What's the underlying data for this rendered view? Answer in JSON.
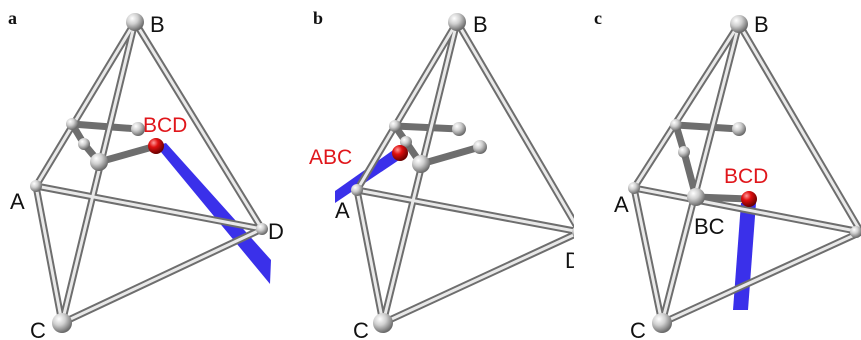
{
  "panels": [
    {
      "letter": "a",
      "vertex_labels": {
        "A": "A",
        "B": "B",
        "C": "C",
        "D": "D"
      },
      "point_label": "BCD"
    },
    {
      "letter": "b",
      "vertex_labels": {
        "A": "A",
        "B": "B",
        "C": "C",
        "D": "D"
      },
      "point_label": "ABC"
    },
    {
      "letter": "c",
      "vertex_labels": {
        "A": "A",
        "B": "B",
        "C": "C"
      },
      "point_label": "BCD",
      "extra_label": "BC"
    }
  ],
  "colors": {
    "edge": "#6e6e6e",
    "node": "#d8d8d8",
    "point": "#d01818",
    "ribbon": "#3a30ea",
    "label_red": "#e0161b"
  }
}
